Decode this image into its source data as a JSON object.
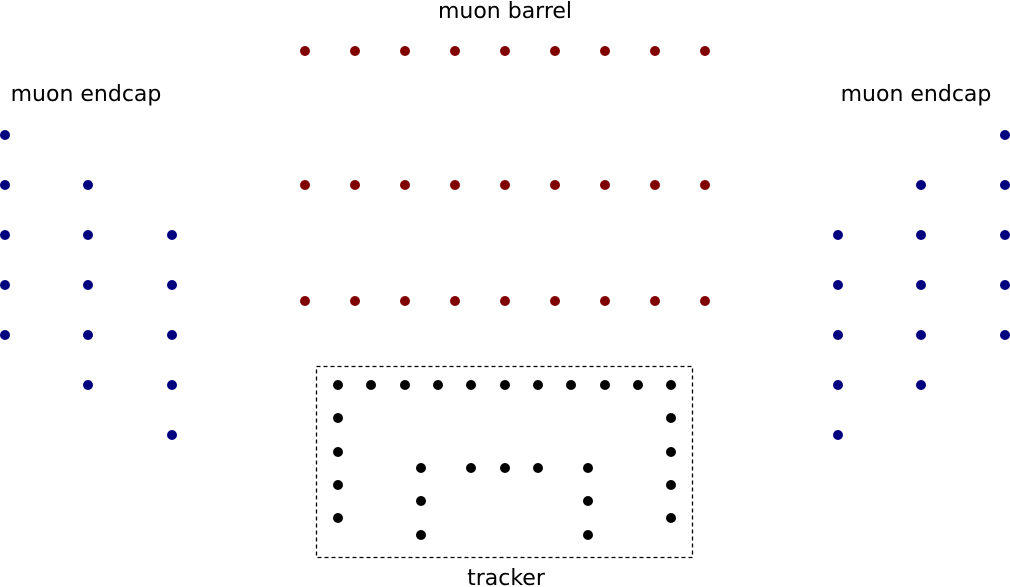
{
  "labels": {
    "muon_barrel": "muon barrel",
    "muon_endcap_left": "muon endcap",
    "muon_endcap_right": "muon endcap",
    "tracker": "tracker"
  },
  "colors": {
    "barrel": "#800000",
    "endcap": "#00007f",
    "tracker": "#000000",
    "tracker_box": "#000000"
  }
}
